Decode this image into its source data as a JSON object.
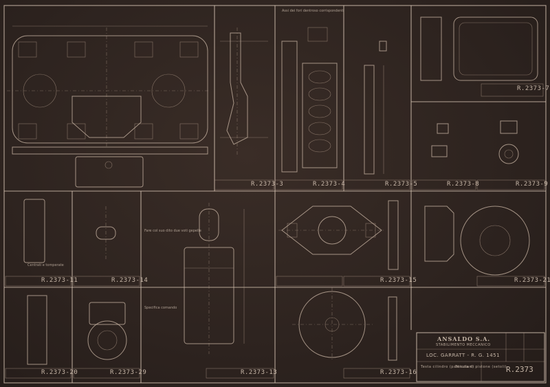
{
  "sheet": {
    "part_numbers": [
      "R.2373-7",
      "R.2373-3",
      "R.2373-4",
      "R.2373-5",
      "R.2373-8",
      "R.2373-9",
      "R.2373-11",
      "R.2373-14",
      "R.2373-13",
      "R.2373-15",
      "R.2373-21",
      "R.2373-20",
      "R.2373-29",
      "R.2373-16"
    ],
    "notes": {
      "note_sheet_top": "Assi dei fori dentroso corrispondenti",
      "note_cylinder": "Fare col suo dito due voti gepelle",
      "note_plug": "Specifica comando",
      "note_cap": "Centrati e tomperate"
    },
    "title_block": {
      "company": "ANSALDO S.A.",
      "division": "STABILIMENTO MECCANICO",
      "locomotive": "LOC. GARRATT - R. G. 1451",
      "part_desc_left": "Testa cilindro (particolari)",
      "part_desc_right": "Tenuta di pistone (setoli)",
      "drawing_number": "R.2373"
    }
  }
}
